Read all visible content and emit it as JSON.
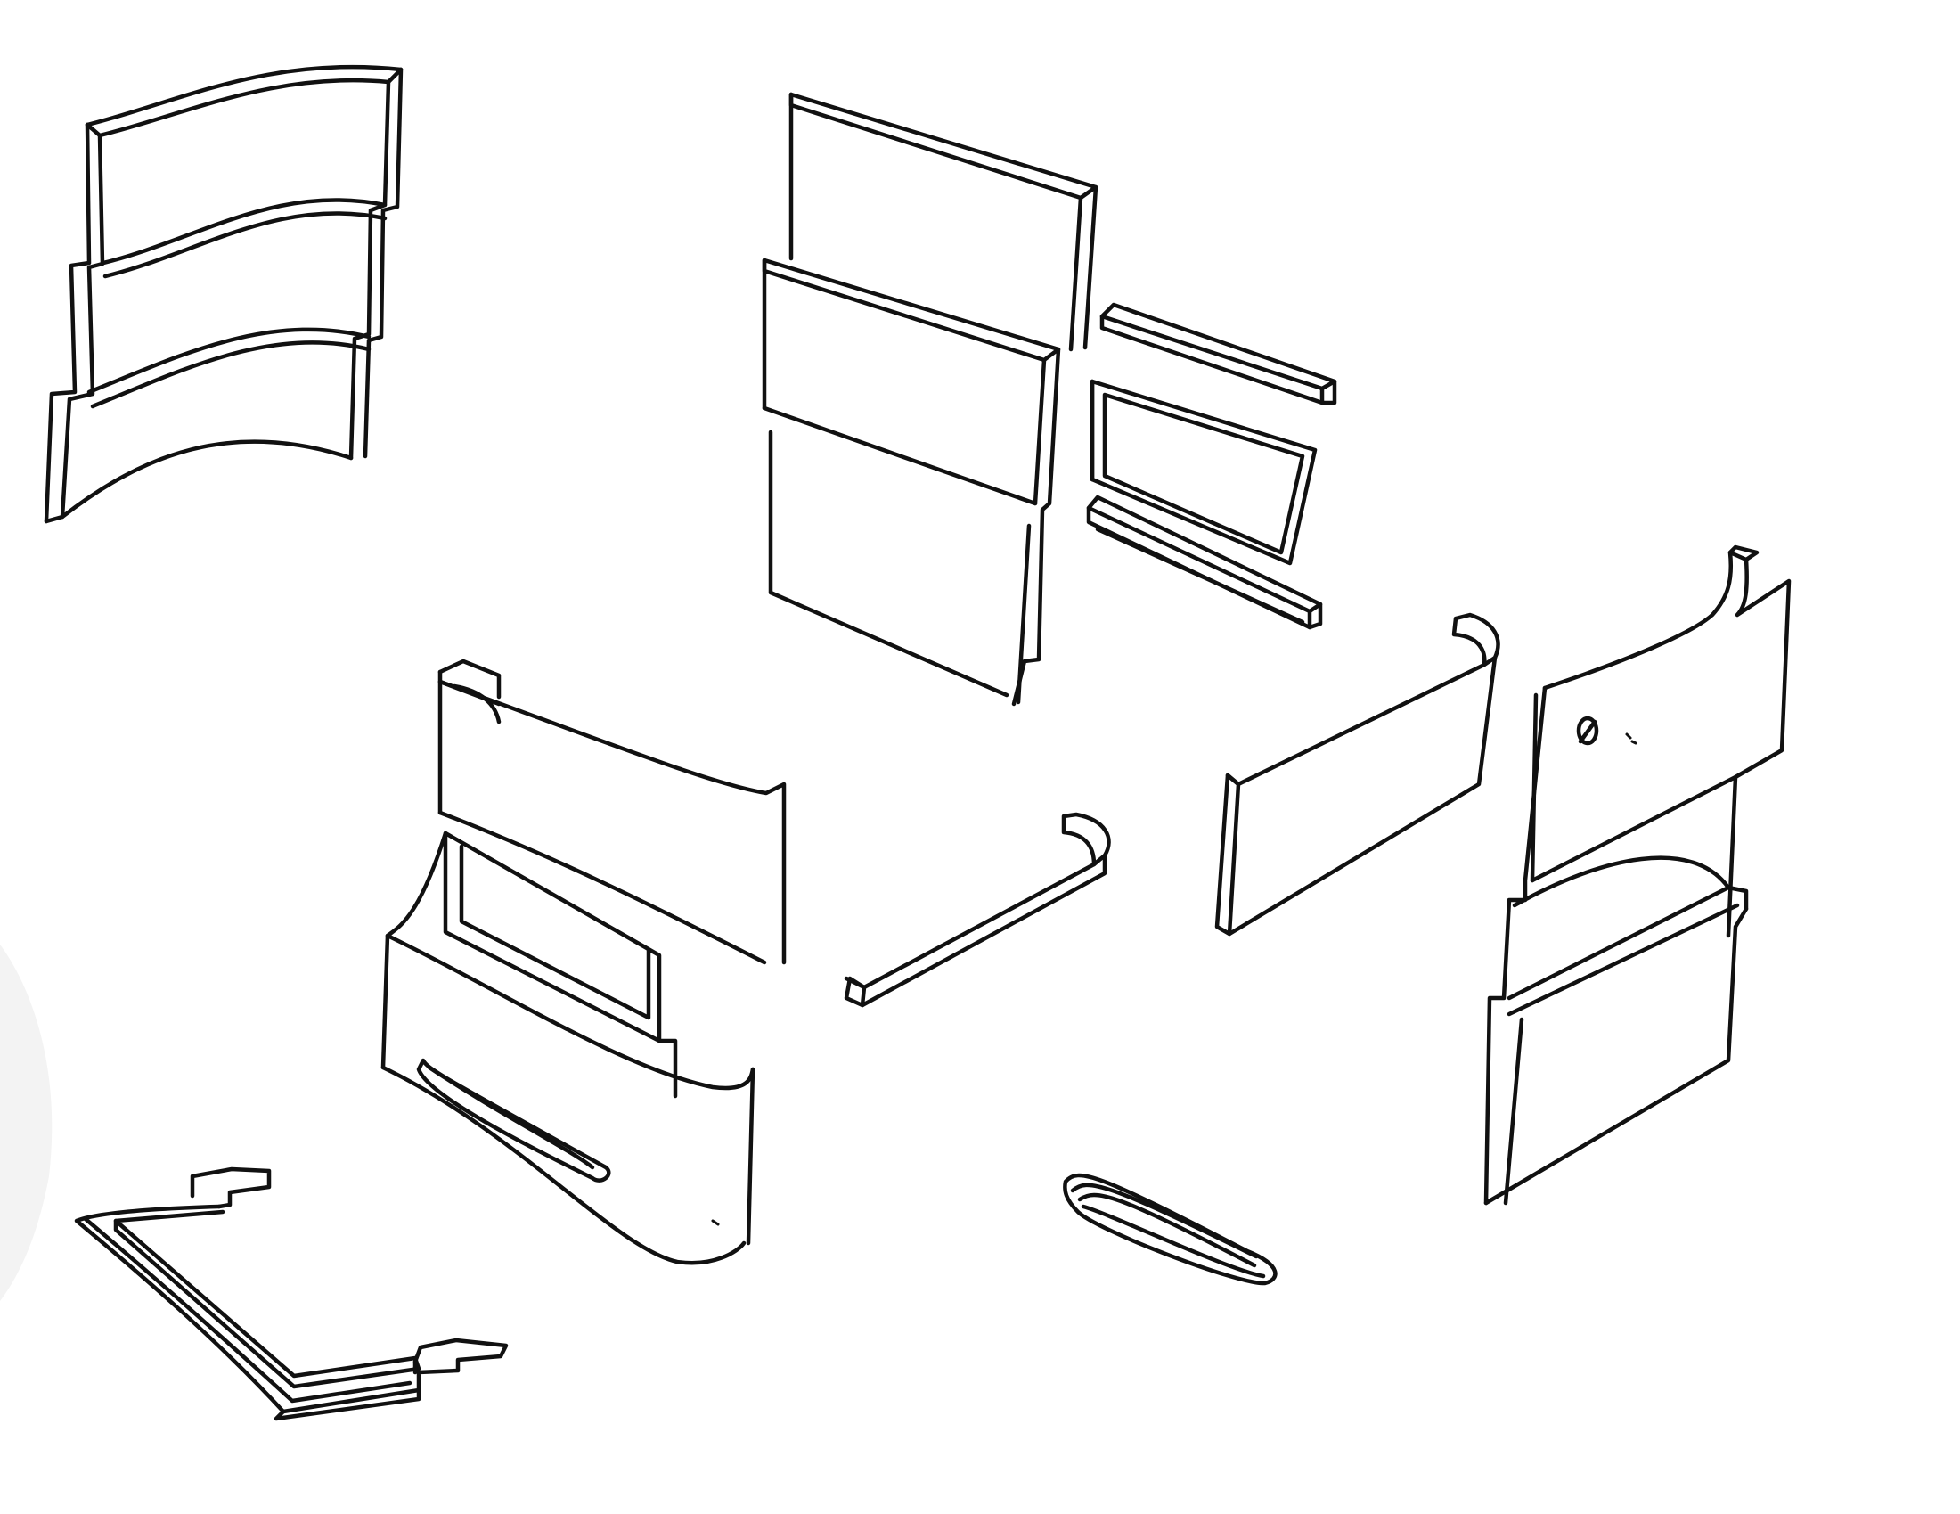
{
  "drawing": {
    "medium": "pen-sketch",
    "background_color": "#ffffff",
    "ink_color": "#111111",
    "smudge_color": "#f3f3f3",
    "parts": [
      "curved-ladder-frame",
      "flat-panel-stack",
      "short-bar-top",
      "small-frame-panel",
      "short-bar-bottom",
      "seat-body",
      "l-shaped-bar",
      "curved-back-panel",
      "knob-side-panel",
      "base-tray",
      "slot-handle"
    ]
  }
}
